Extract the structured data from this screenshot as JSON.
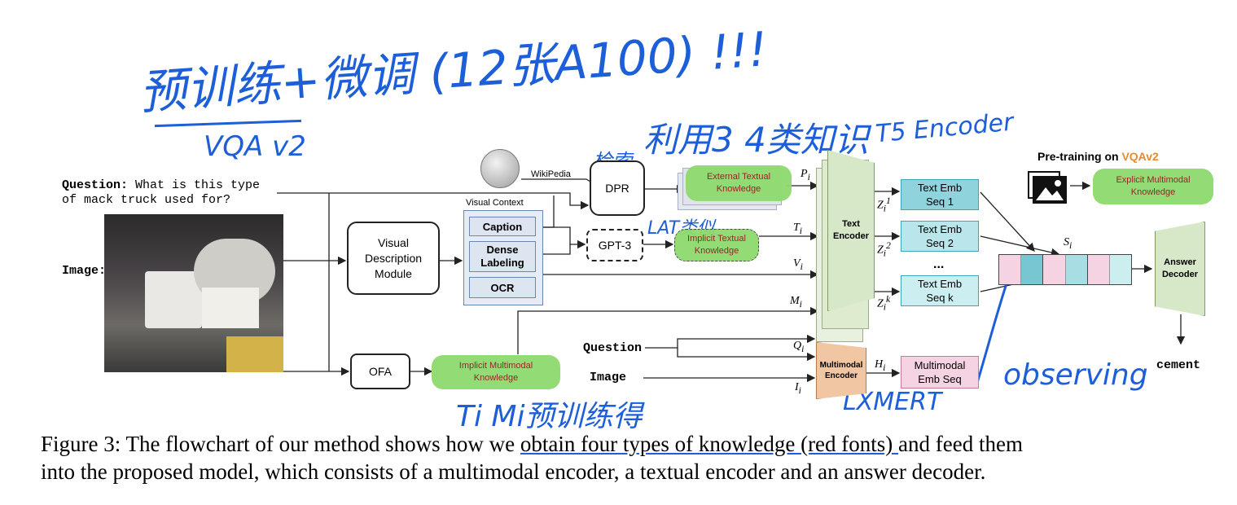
{
  "handwritten": {
    "top_note": "预训练+微调 (12张A100) !!!",
    "vqa_v2": "VQA v2",
    "retrieval": "检索",
    "use_knowledge": "利用3 4类知识",
    "t5_encoder": "T5 Encoder",
    "lat_model": "LAT类似",
    "ti_mi": "Ti  Mi预训练得",
    "lxmert": "LXMERT",
    "observing": "observing"
  },
  "question": {
    "prefix": "Question:",
    "text_line1": " What is this type",
    "text_line2": "of mack truck used for?"
  },
  "image_label": "Image:",
  "wiki_label": "WikiPedia",
  "visual_description_module": [
    "Visual",
    "Description",
    "Module"
  ],
  "visual_context": {
    "title": "Visual Context",
    "items": [
      "Caption",
      "Dense\nLabeling",
      "OCR"
    ]
  },
  "dpr_label": "DPR",
  "gpt3_label": "GPT-3",
  "ofa_label": "OFA",
  "knowledge": {
    "external": "External Textual\nKnowledge",
    "implicit_textual": "Implicit Textual\nKnowledge",
    "implicit_multimodal": "Implicit Multimodal\nKnowledge",
    "explicit_multimodal": "Explicit Multimodal\nKnowledge"
  },
  "text_encoder_label": "Text\nEncoder",
  "text_emb": [
    "Text Emb\nSeq 1",
    "Text Emb\nSeq 2",
    "...",
    "Text Emb\nSeq k"
  ],
  "multimodal_encoder_label": "Multimodal\nEncoder",
  "multimodal_emb_label": "Multimodal\nEmb Seq",
  "answer_decoder_label": "Answer\nDecoder",
  "answer_text": "cement",
  "bottom_question": "Question",
  "bottom_image": "Image",
  "pretrain": {
    "prefix": "Pre-training on ",
    "highlight": "VQAv2"
  },
  "math_labels": {
    "P": "P",
    "T": "T",
    "V": "V",
    "M": "M",
    "Q": "Q",
    "I": "I",
    "H": "H",
    "S": "S",
    "Z1": "Z",
    "Z2": "Z",
    "Zk": "Z",
    "sub_i": "i",
    "sup_1": "1",
    "sup_2": "2",
    "sup_k": "k"
  },
  "caption": {
    "line1_a": "Figure 3: The flowchart of our method shows how we ",
    "line1_b": "obtain four types of knowledge (red fonts) ",
    "line1_c": "and feed them",
    "line2": "into the proposed model, which consists of a multimodal encoder, a textual encoder and an answer decoder."
  },
  "colors": {
    "handwriting": "#1d5fd8",
    "green_highlight": "#8edb6e",
    "encoder_green": "#d6e8c8",
    "teal": "#b8e6ea",
    "pink": "#f6d3e2",
    "orange": "#e88a2c",
    "multimodal_encoder": "#f1c7a3"
  }
}
